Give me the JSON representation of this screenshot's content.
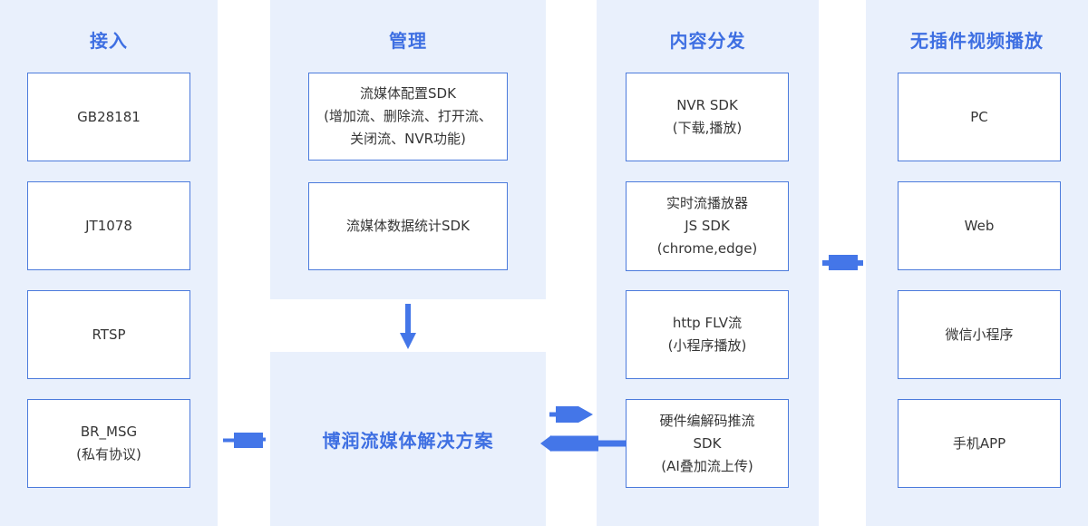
{
  "diagram_title": "",
  "colors": {
    "panel_bg": "#E9F0FC",
    "box_border": "#4C7BDC",
    "accent_text": "#3E6FE2",
    "arrow": "#4476E8",
    "box_text": "#363636",
    "page_bg": "#FFFFFF"
  },
  "columns": [
    {
      "title": "接入",
      "boxes": [
        {
          "lines": [
            "GB28181"
          ]
        },
        {
          "lines": [
            "JT1078"
          ]
        },
        {
          "lines": [
            "RTSP"
          ]
        },
        {
          "lines": [
            "BR_MSG",
            "(私有协议)"
          ]
        }
      ]
    },
    {
      "title": "管理",
      "boxes": [
        {
          "lines": [
            "流媒体配置SDK",
            "(增加流、删除流、打开流、",
            "关闭流、NVR功能)"
          ]
        },
        {
          "lines": [
            "流媒体数据统计SDK"
          ]
        }
      ]
    },
    {
      "title": "内容分发",
      "boxes": [
        {
          "lines": [
            "NVR SDK",
            "(下载,播放)"
          ]
        },
        {
          "lines": [
            "实时流播放器",
            "JS SDK",
            "(chrome,edge)"
          ]
        },
        {
          "lines": [
            "http FLV流",
            "(小程序播放)"
          ]
        },
        {
          "lines": [
            "硬件编解码推流",
            "SDK",
            "(AI叠加流上传)"
          ]
        }
      ]
    },
    {
      "title": "无插件视频播放",
      "boxes": [
        {
          "lines": [
            "PC"
          ]
        },
        {
          "lines": [
            "Web"
          ]
        },
        {
          "lines": [
            "微信小程序"
          ]
        },
        {
          "lines": [
            "手机APP"
          ]
        }
      ]
    }
  ],
  "solution": {
    "label": "博润流媒体解决方案"
  },
  "connectors": {
    "manage_to_solution": "arrow-down-icon",
    "access_to_solution": "connector-bar-right-icon",
    "solution_to_distribution": "arrow-right-icon",
    "distribution_to_solution": "arrow-left-with-line-icon",
    "distribution_to_playback": "connector-bar-right-icon"
  }
}
